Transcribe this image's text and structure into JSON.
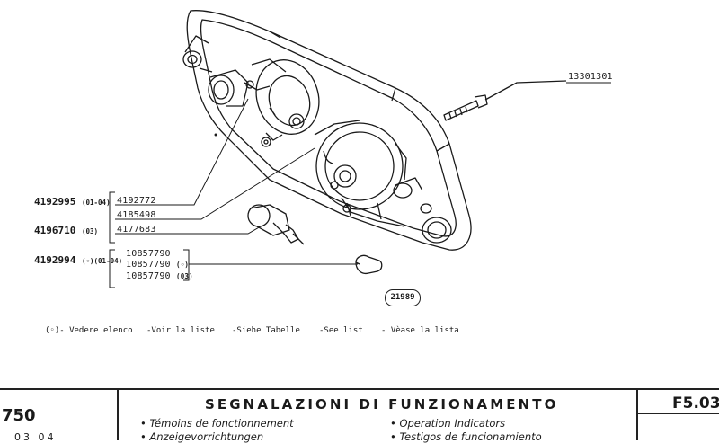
{
  "diagram": {
    "part_numbers": {
      "screw": "13301301",
      "p4192772": "4192772",
      "p4185498": "4185498",
      "p4177683": "4177683",
      "bulb_a": "10857790",
      "bulb_b": "10857790",
      "bulb_b_note": "(◦)",
      "bulb_c": "10857790",
      "bulb_c_note": "(03)"
    },
    "left_labels": [
      {
        "number": "4192995",
        "note": "(01-04)"
      },
      {
        "number": "4196710",
        "note": "(03)"
      },
      {
        "number": "4192994",
        "note": "(◦)(01-04)"
      }
    ],
    "figure_ref": "21989"
  },
  "footnote": {
    "items": [
      "(◦)- Vedere elenco",
      "-Voir la liste",
      "-Siehe Tabelle",
      "-See list",
      "- Vèase la lista"
    ]
  },
  "title_block": {
    "model": "750",
    "date": "03   04",
    "title": "SEGNALAZIONI DI FUNZIONAMENTO",
    "subtitle_fr": "• Témoins de fonctionnement",
    "subtitle_de": "• Anzeigevorrichtungen",
    "subtitle_en": "• Operation Indicators",
    "subtitle_es": "• Testigos de funcionamiento",
    "code": "F5.03"
  }
}
